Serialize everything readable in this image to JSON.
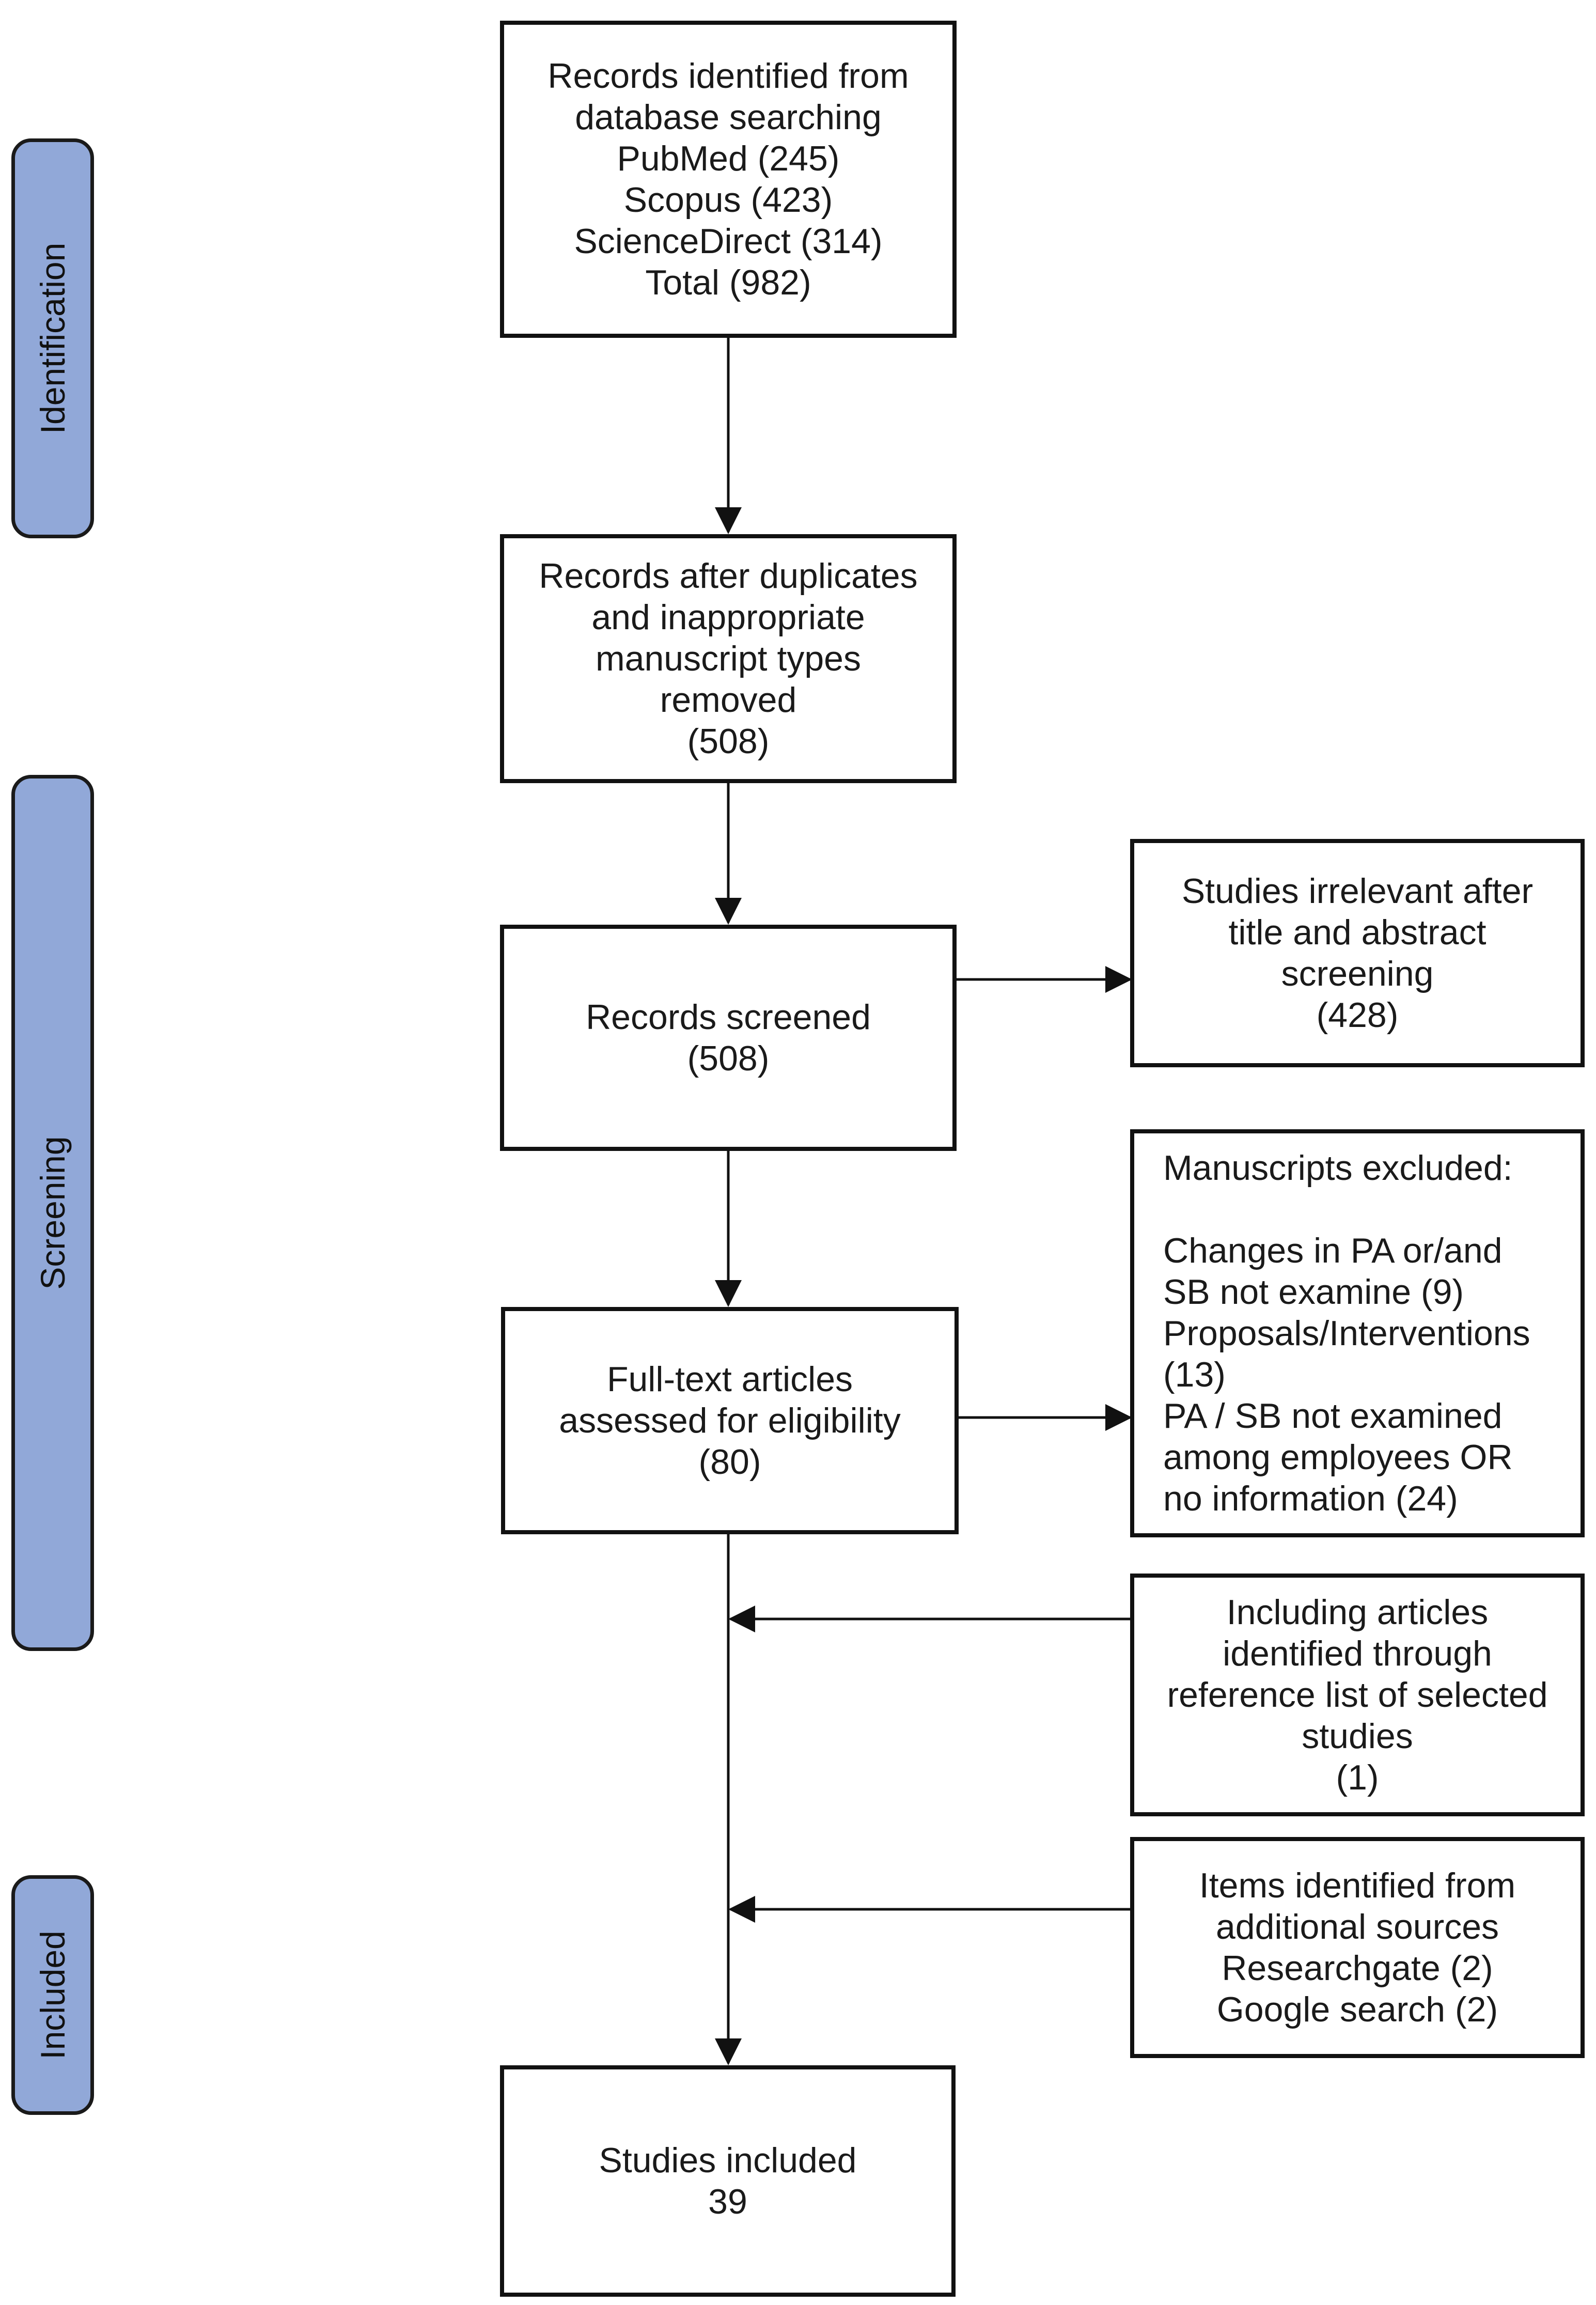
{
  "stages": [
    {
      "id": "identification",
      "label": "Identification"
    },
    {
      "id": "screening",
      "label": "Screening"
    },
    {
      "id": "included",
      "label": "Included"
    }
  ],
  "boxes": {
    "records_identified": {
      "lines": [
        "Records identified from",
        "database searching",
        "PubMed (245)",
        "Scopus (423)",
        "ScienceDirect (314)",
        "Total (982)"
      ]
    },
    "records_after_duplicates": {
      "lines": [
        "Records after duplicates",
        "and inappropriate",
        "manuscript types",
        "removed",
        "(508)"
      ]
    },
    "records_screened": {
      "lines": [
        "Records screened",
        "(508)"
      ]
    },
    "studies_irrelevant": {
      "lines": [
        "Studies irrelevant after",
        "title and abstract",
        "screening",
        "(428)"
      ]
    },
    "full_text_assessed": {
      "lines": [
        "Full-text articles",
        "assessed for eligibility",
        "(80)"
      ]
    },
    "manuscripts_excluded": {
      "lines": [
        "Manuscripts excluded:",
        "",
        "Changes in PA or/and",
        "SB not examine (9)",
        "Proposals/Interventions",
        "(13)",
        "PA / SB not examined",
        "among employees OR",
        "no information (24)"
      ]
    },
    "reference_list": {
      "lines": [
        "Including articles",
        "identified through",
        "reference list of selected",
        "studies",
        "(1)"
      ]
    },
    "additional_sources": {
      "lines": [
        "Items identified from",
        "additional sources",
        "Researchgate (2)",
        "Google search (2)"
      ]
    },
    "studies_included": {
      "lines": [
        "Studies included",
        "39"
      ]
    }
  }
}
